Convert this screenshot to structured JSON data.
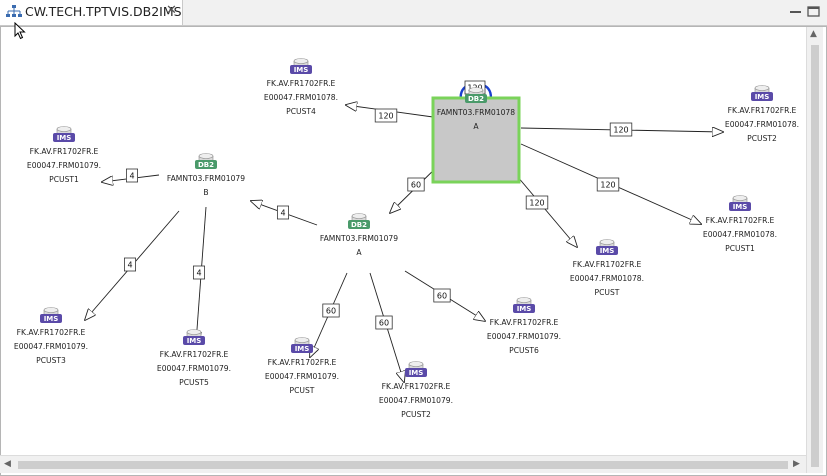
{
  "tab": {
    "title": "CW.TECH.TPTVIS.DB2IMS",
    "close": "✕"
  },
  "nodes": [
    {
      "id": "root",
      "type": "DB2",
      "lines": [
        "FAMNT03.FRM01078",
        "A"
      ]
    },
    {
      "id": "b",
      "type": "DB2",
      "lines": [
        "FAMNT03.FRM01079",
        "B"
      ]
    },
    {
      "id": "a2",
      "type": "DB2",
      "lines": [
        "FAMNT03.FRM01079",
        "A"
      ]
    },
    {
      "id": "pcust4",
      "type": "IMS",
      "lines": [
        "FK.AV.FR1702FR.E",
        "E00047.FRM01078.",
        "PCUST4"
      ]
    },
    {
      "id": "pcust2a",
      "type": "IMS",
      "lines": [
        "FK.AV.FR1702FR.E",
        "E00047.FRM01078.",
        "PCUST2"
      ]
    },
    {
      "id": "pcust1a",
      "type": "IMS",
      "lines": [
        "FK.AV.FR1702FR.E",
        "E00047.FRM01078.",
        "PCUST1"
      ]
    },
    {
      "id": "pcust",
      "type": "IMS",
      "lines": [
        "FK.AV.FR1702FR.E",
        "E00047.FRM01078.",
        "PCUST"
      ]
    },
    {
      "id": "pcust1b",
      "type": "IMS",
      "lines": [
        "FK.AV.FR1702FR.E",
        "E00047.FRM01079.",
        "PCUST1"
      ]
    },
    {
      "id": "pcust3",
      "type": "IMS",
      "lines": [
        "FK.AV.FR1702FR.E",
        "E00047.FRM01079.",
        "PCUST3"
      ]
    },
    {
      "id": "pcust5",
      "type": "IMS",
      "lines": [
        "FK.AV.FR1702FR.E",
        "E00047.FRM01079.",
        "PCUST5"
      ]
    },
    {
      "id": "pcustb",
      "type": "IMS",
      "lines": [
        "FK.AV.FR1702FR.E",
        "E00047.FRM01079.",
        "PCUST"
      ]
    },
    {
      "id": "pcust2b",
      "type": "IMS",
      "lines": [
        "FK.AV.FR1702FR.E",
        "E00047.FRM01079.",
        "PCUST2"
      ]
    },
    {
      "id": "pcust6",
      "type": "IMS",
      "lines": [
        "FK.AV.FR1702FR.E",
        "E00047.FRM01079.",
        "PCUST6"
      ]
    }
  ],
  "edges": [
    {
      "from": "root",
      "to": "root",
      "label": "120"
    },
    {
      "from": "root",
      "to": "pcust4",
      "label": "120"
    },
    {
      "from": "root",
      "to": "pcust2a",
      "label": "120"
    },
    {
      "from": "root",
      "to": "pcust1a",
      "label": "120"
    },
    {
      "from": "root",
      "to": "pcust",
      "label": "120"
    },
    {
      "from": "root",
      "to": "a2",
      "label": "60"
    },
    {
      "from": "a2",
      "to": "b",
      "label": "4"
    },
    {
      "from": "a2",
      "to": "pcustb",
      "label": "60"
    },
    {
      "from": "a2",
      "to": "pcust2b",
      "label": "60"
    },
    {
      "from": "a2",
      "to": "pcust6",
      "label": "60"
    },
    {
      "from": "b",
      "to": "pcust1b",
      "label": "4"
    },
    {
      "from": "b",
      "to": "pcust3",
      "label": "4"
    },
    {
      "from": "b",
      "to": "pcust5",
      "label": "4"
    }
  ],
  "colors": {
    "db2_badge": "#4a9a6a",
    "ims_badge": "#5a4aa8",
    "selection": "#7ad35a",
    "self_loop": "#1a3fd0"
  }
}
